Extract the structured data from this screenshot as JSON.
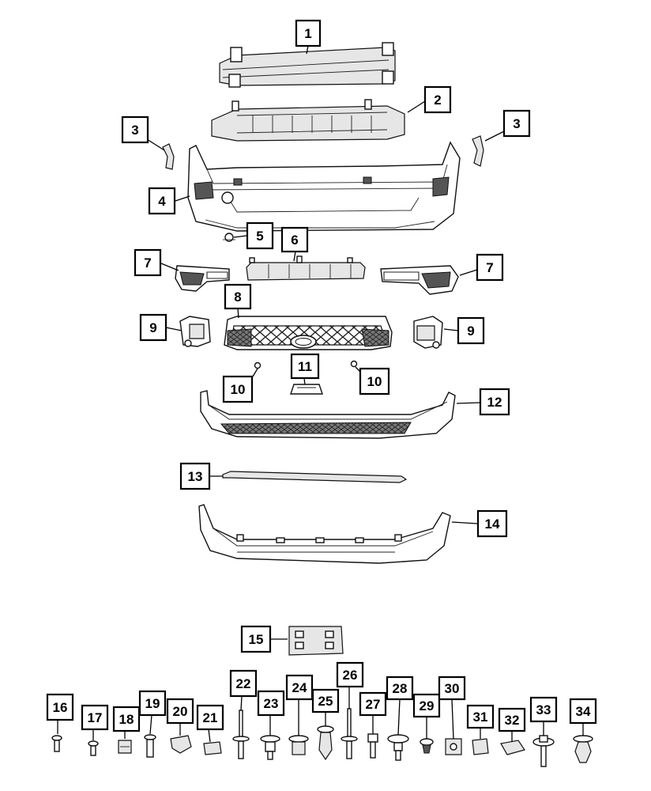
{
  "diagram": {
    "labels": [
      "1",
      "2",
      "3",
      "4",
      "5",
      "6",
      "7",
      "8",
      "9",
      "10",
      "11",
      "12",
      "13",
      "14",
      "15",
      "16",
      "17",
      "18",
      "19",
      "20",
      "21",
      "22",
      "23",
      "24",
      "25",
      "26",
      "27",
      "28",
      "29",
      "30",
      "31",
      "32",
      "33",
      "34"
    ]
  }
}
